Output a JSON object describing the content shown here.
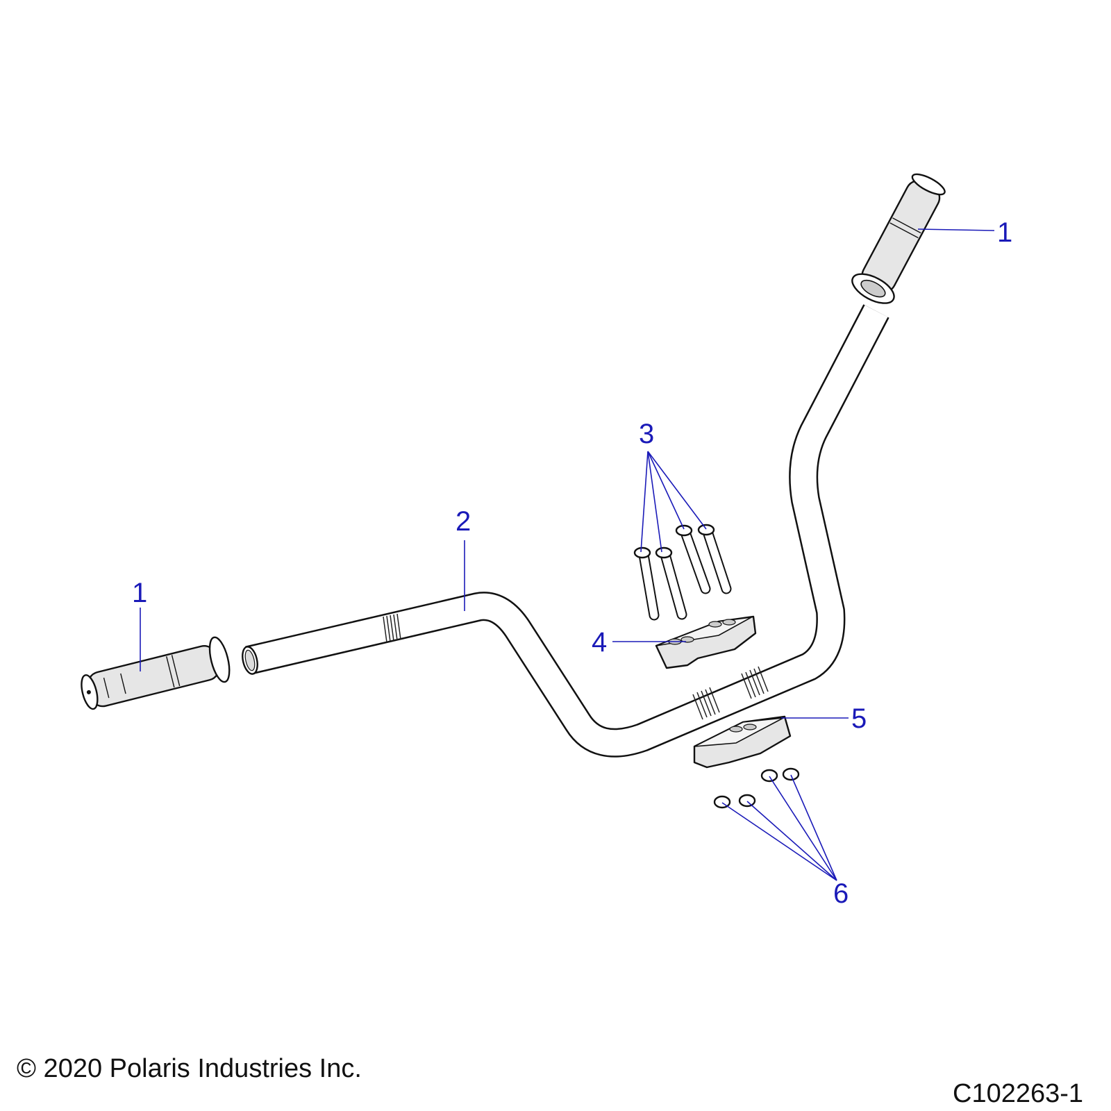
{
  "callouts": {
    "grip_right": "1",
    "grip_left": "1",
    "handlebar": "2",
    "bolts": "3",
    "clamp_upper": "4",
    "clamp_lower": "5",
    "nuts": "6"
  },
  "footer": {
    "copyright": "© 2020 Polaris Industries Inc.",
    "drawing_id": "C102263-1"
  },
  "colors": {
    "callout": "#1a1ab8",
    "outline": "#111111"
  }
}
